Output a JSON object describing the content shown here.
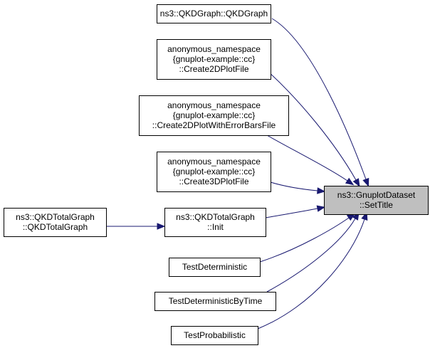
{
  "graph": {
    "type": "caller-graph",
    "edge_color": "#191970",
    "focus_fill": "#bfbfbf",
    "target": {
      "id": "settitle",
      "lines": [
        "ns3::GnuplotDataset",
        "::SetTitle"
      ]
    },
    "nodes": [
      {
        "id": "qkdgraph",
        "lines": [
          "ns3::QKDGraph::QKDGraph"
        ]
      },
      {
        "id": "create2d",
        "lines": [
          "anonymous_namespace",
          "{gnuplot-example::cc}",
          "::Create2DPlotFile"
        ]
      },
      {
        "id": "create2derr",
        "lines": [
          "anonymous_namespace",
          "{gnuplot-example::cc}",
          "::Create2DPlotWithErrorBarsFile"
        ]
      },
      {
        "id": "create3d",
        "lines": [
          "anonymous_namespace",
          "{gnuplot-example::cc}",
          "::Create3DPlotFile"
        ]
      },
      {
        "id": "qkdtotalinit",
        "lines": [
          "ns3::QKDTotalGraph",
          "::Init"
        ]
      },
      {
        "id": "qkdtotalctor",
        "lines": [
          "ns3::QKDTotalGraph",
          "::QKDTotalGraph"
        ]
      },
      {
        "id": "testdet",
        "lines": [
          "TestDeterministic"
        ]
      },
      {
        "id": "testdetbytime",
        "lines": [
          "TestDeterministicByTime"
        ]
      },
      {
        "id": "testprob",
        "lines": [
          "TestProbabilistic"
        ]
      }
    ],
    "edges": [
      {
        "from": "qkdgraph",
        "to": "settitle"
      },
      {
        "from": "create2d",
        "to": "settitle"
      },
      {
        "from": "create2derr",
        "to": "settitle"
      },
      {
        "from": "create3d",
        "to": "settitle"
      },
      {
        "from": "qkdtotalinit",
        "to": "settitle"
      },
      {
        "from": "testdet",
        "to": "settitle"
      },
      {
        "from": "testdetbytime",
        "to": "settitle"
      },
      {
        "from": "testprob",
        "to": "settitle"
      },
      {
        "from": "qkdtotalctor",
        "to": "qkdtotalinit"
      }
    ]
  }
}
